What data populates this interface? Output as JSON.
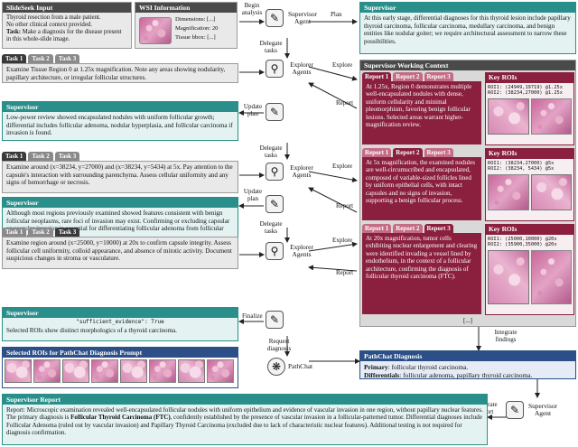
{
  "slideseek": {
    "header": "SlideSeek Input",
    "line1": "Thyroid resection from a male patient.",
    "line2": "No other clinical context provided.",
    "task_label": "Task:",
    "task_text": "Make a diagnosis for the disease present in this whole-slide image."
  },
  "wsi": {
    "header": "WSI Information",
    "dimensions": "Dimensions: [...]",
    "magnification": "Magnification: 20",
    "tissue_bbox": "Tissue bbox: [...]"
  },
  "supervisor_top": {
    "label": "Supervisor Agent",
    "begin": "Begin analysis",
    "plan": "Plan",
    "delegate": "Delegate tasks"
  },
  "supervisor_plan": {
    "header": "Supervisor",
    "text": "At this early stage, differential diagnoses for this thyroid lesion include papillary thyroid carcinoma, follicular carcinoma, medullary carcinoma, and benign entities like nodular goiter; we require architectural assessment to narrow these possibilities."
  },
  "tasks": {
    "tab1": "Task 1",
    "tab2": "Task 2",
    "tab3": "Task 3",
    "t1_text": "Examine Tissue Region 0 at 1.25x magnification. Note any areas showing nodularity, papillary architecture, or irregular follicular structures.",
    "t2_text": "Examine around (x=38234, y=27000) and (x=38234, y=5434) at 5x. Pay attention to the capsule's interaction with surrounding parenchyma. Assess cellular uniformity and any signs of hemorrhage or necrosis.",
    "t3_text": "Examine region around (x=25000, y=10000) at 20x to confirm capsule integrity. Assess follicular cell uniformity, colloid appearance, and absence of mitotic activity. Document suspicious changes in stroma or vasculature."
  },
  "supervisor_mid1": {
    "header": "Supervisor",
    "text": "Low-power review showed encapsulated nodules with uniform follicular growth; differential includes follicular adenoma, nodular hyperplasia, and follicular carcinoma if invasion is found."
  },
  "supervisor_mid2": {
    "header": "Supervisor",
    "text": "Although most regions previously examined showed features consistent with benign follicular neoplasms, rare foci of invasion may exist. Confirming or excluding capsular or vascular invasion is essential for differentiating follicular adenoma from follicular carcinoma."
  },
  "supervisor_final": {
    "header": "Supervisor",
    "code": "\"sufficient_evidence\": True",
    "text": "Selected ROIs show distinct morphologics of a thyroid carcinoma."
  },
  "explorer": {
    "label": "Explorer Agents",
    "explore": "Explore",
    "report": "Report"
  },
  "flow": {
    "update_plan": "Update plan",
    "delegate_tasks": "Delegate tasks",
    "finalize": "Finalize",
    "request_diagnosis": "Request diagnosis",
    "integrate_findings": "Integrate findings",
    "generate_report": "Generate report"
  },
  "context": {
    "header": "Supervisor Working Context",
    "report_tabs": [
      "Report 1",
      "Report 2",
      "Report 3"
    ],
    "key_rois": "Key ROIs",
    "r1_text": "At 1.25x, Region 0 demonstrates multiple well-encapsulated nodules with dense, uniform cellularity and minimal pleomorphism, favoring benign follicular lesions. Selected areas warrant higher-magnification review.",
    "r1_roi1": "ROI1: (24949,19719) @1.25x",
    "r1_roi2": "ROI2: (38234,27000) @1.25x",
    "r2_text": "At 5x magnification, the examined nodules are well-circumscribed and encapsulated, composed of variable-sized follicles lined by uniform epithelial cells, with intact capsules and no signs of invasion, supporting a benign follicular process.",
    "r2_roi1": "ROI1: (38234,27000) @5x",
    "r2_roi2": "ROI2: (38234, 5434) @5x",
    "r3_text": "At 20x magnification, tumor cells exhibiting nuclear enlargement and clearing were identified invading a vessel lined by endothelium, in the context of a follicular architecture, confirming the diagnosis of follicular thyroid carcinoma (FTC).",
    "r3_roi1": "ROI1: (25000,10000) @20x",
    "r3_roi2": "ROI2: (35900,35000) @20x",
    "ellipsis": "[...]"
  },
  "pathchat": {
    "selected_header": "Selected ROIs for PathChat Diagnosis Prompt",
    "agent": "PathChat",
    "dx_header": "PathChat Diagnosis",
    "primary_label": "Primary",
    "primary_value": ": follicular thyroid carcinoma.",
    "diff_label": "Differentials",
    "diff_value": ": follicular adenoma, papillary thyroid carcinoma."
  },
  "supervisor_bottom": {
    "label": "Supervisor Agent"
  },
  "report": {
    "header": "Supervisor Report",
    "part1": "Report: Microscopic examination revealed well-encapsulated follicular nodules with uniform epithelium and evidence of vascular invasion in one region, without papillary nuclear features. The primary diagnosis is ",
    "bold": "Follicular Thyroid Carcinoma (FTC)",
    "part2": ", confidently established by the presence of vascular invasion in a follicular-patterned tumor. Differential diagnoses include Follicular Adenoma (ruled out by vascular invasion) and Papillary Thyroid Carcinoma (excluded due to lack of characteristic nuclear features). Additional testing is not required for diagnosis confirmation."
  },
  "icons": {
    "supervisor": "supervisor-icon",
    "explorer": "microscope-icon",
    "pathchat": "molecule-icon"
  }
}
